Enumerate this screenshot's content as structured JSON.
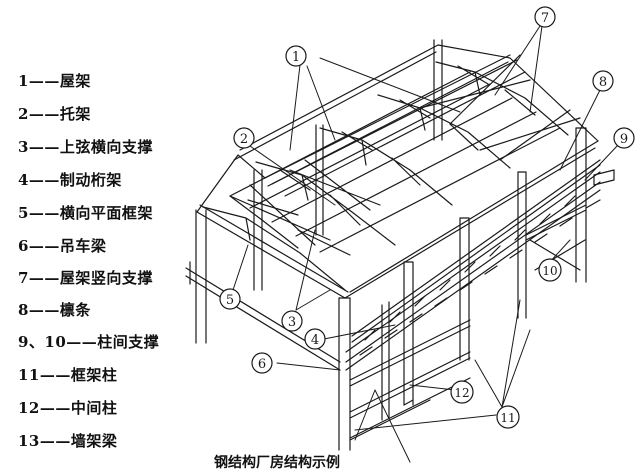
{
  "legend": [
    {
      "text": "1——屋架"
    },
    {
      "text": "2——托架"
    },
    {
      "text": "3——上弦横向支撑"
    },
    {
      "text": "4——制动桁架"
    },
    {
      "text": "5——横向平面框架"
    },
    {
      "text": "6——吊车梁"
    },
    {
      "text": "7——屋架竖向支撑"
    },
    {
      "text": "8——檩条"
    },
    {
      "text": "9、10——柱间支撑"
    },
    {
      "text": "11——框架柱"
    },
    {
      "text": "12——中间柱"
    },
    {
      "text": "13——墙架梁"
    }
  ],
  "callouts": [
    {
      "num": "1"
    },
    {
      "num": "2"
    },
    {
      "num": "3"
    },
    {
      "num": "4"
    },
    {
      "num": "5"
    },
    {
      "num": "6"
    },
    {
      "num": "7"
    },
    {
      "num": "8"
    },
    {
      "num": "9"
    },
    {
      "num": "10"
    },
    {
      "num": "11"
    },
    {
      "num": "12"
    }
  ],
  "caption": "钢结构厂房结构示例",
  "colors": {
    "line": "#1a1a1a",
    "background": "#ffffff"
  }
}
